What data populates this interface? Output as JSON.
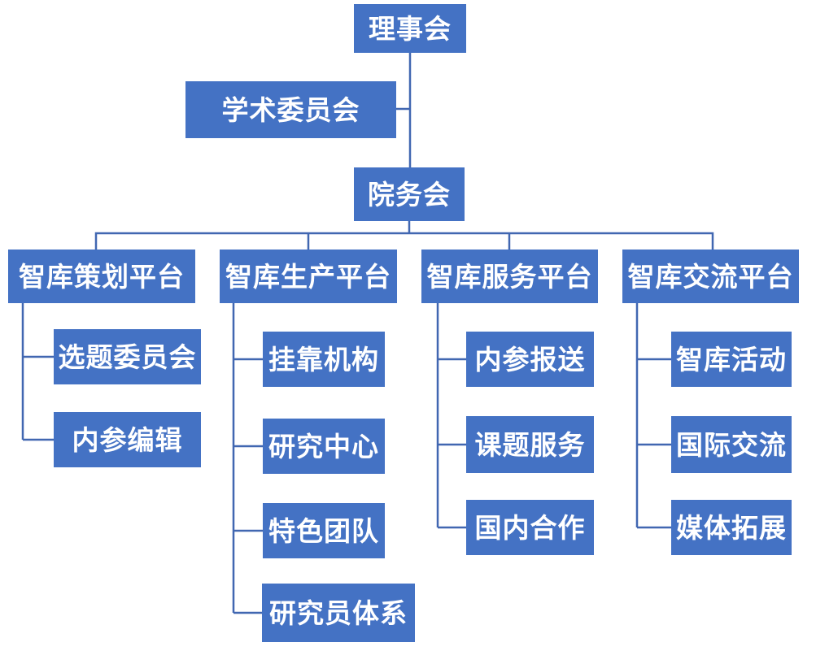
{
  "diagram": {
    "type": "org-chart",
    "title": "",
    "colors": {
      "background": "#FFFFFF",
      "node_fill": "#4472C4",
      "node_text": "#FFFFFF",
      "connector": "#4167B1"
    },
    "nodes": [
      {
        "id": "board",
        "label": "理事会",
        "parent": null
      },
      {
        "id": "academic",
        "label": "学术委员会",
        "parent": "board",
        "relation": "assistant"
      },
      {
        "id": "council",
        "label": "院务会",
        "parent": "board"
      },
      {
        "id": "p1",
        "label": "智库策划平台",
        "parent": "council"
      },
      {
        "id": "p2",
        "label": "智库生产平台",
        "parent": "council"
      },
      {
        "id": "p3",
        "label": "智库服务平台",
        "parent": "council"
      },
      {
        "id": "p4",
        "label": "智库交流平台",
        "parent": "council"
      },
      {
        "id": "p1c1",
        "label": "选题委员会",
        "parent": "p1"
      },
      {
        "id": "p1c2",
        "label": "内参编辑",
        "parent": "p1"
      },
      {
        "id": "p2c1",
        "label": "挂靠机构",
        "parent": "p2"
      },
      {
        "id": "p2c2",
        "label": "研究中心",
        "parent": "p2"
      },
      {
        "id": "p2c3",
        "label": "特色团队",
        "parent": "p2"
      },
      {
        "id": "p2c4",
        "label": "研究员体系",
        "parent": "p2"
      },
      {
        "id": "p3c1",
        "label": "内参报送",
        "parent": "p3"
      },
      {
        "id": "p3c2",
        "label": "课题服务",
        "parent": "p3"
      },
      {
        "id": "p3c3",
        "label": "国内合作",
        "parent": "p3"
      },
      {
        "id": "p4c1",
        "label": "智库活动",
        "parent": "p4"
      },
      {
        "id": "p4c2",
        "label": "国际交流",
        "parent": "p4"
      },
      {
        "id": "p4c3",
        "label": "媒体拓展",
        "parent": "p4"
      }
    ]
  }
}
